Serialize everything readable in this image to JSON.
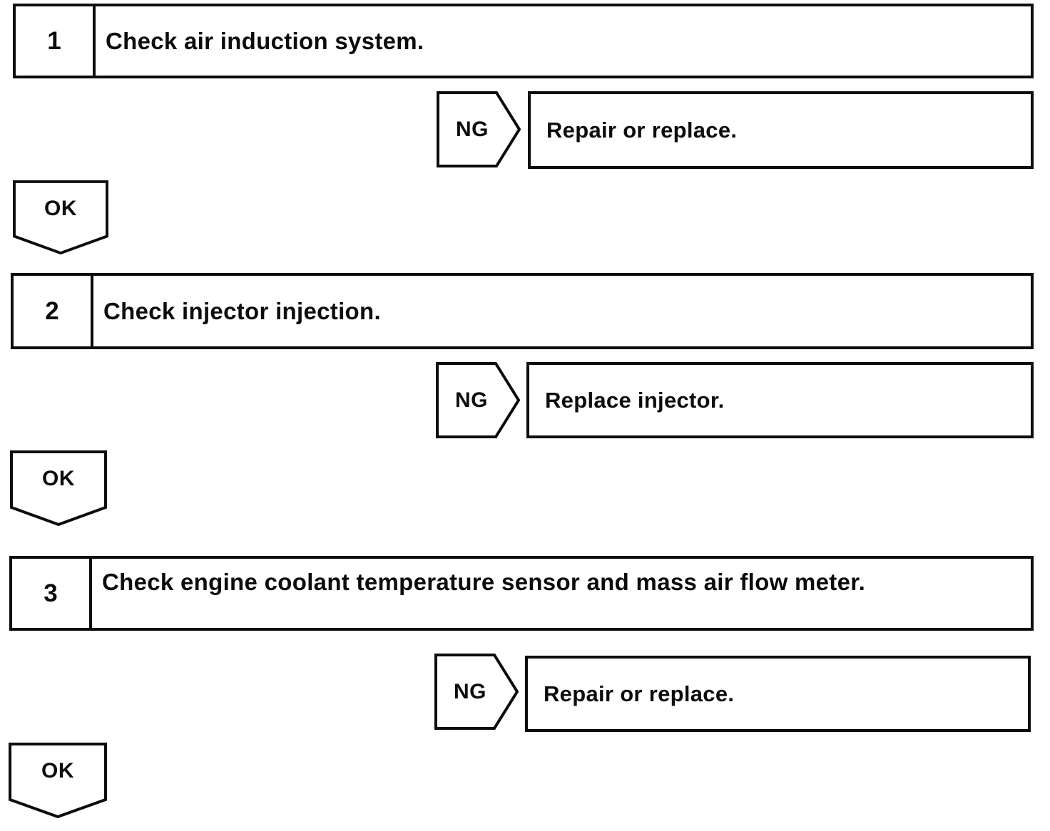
{
  "diagram": {
    "colors": {
      "line": "#0c0c0c",
      "background": "#ffffff"
    },
    "steps": [
      {
        "number": "1",
        "title": "Check air induction system.",
        "ng_label": "NG",
        "ng_result": "Repair or replace.",
        "ok_label": "OK"
      },
      {
        "number": "2",
        "title": "Check injector injection.",
        "ng_label": "NG",
        "ng_result": "Replace injector.",
        "ok_label": "OK"
      },
      {
        "number": "3",
        "title": "Check engine coolant temperature sensor and mass air flow meter.",
        "ng_label": "NG",
        "ng_result": "Repair or replace.",
        "ok_label": "OK"
      }
    ]
  }
}
